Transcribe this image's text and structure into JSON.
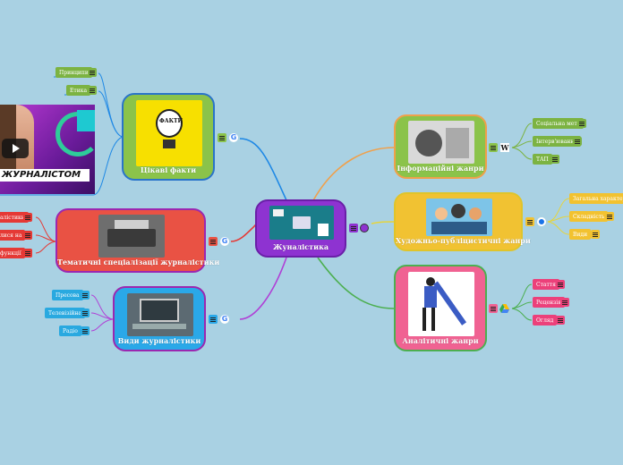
{
  "center": {
    "label": "Жуналістика"
  },
  "nodes": {
    "facts": {
      "label": "Цікаві факти",
      "image_text": "ФАКТИ"
    },
    "specializations": {
      "label": "Тематичні спеціалізації журналістики"
    },
    "types": {
      "label": "Види журналістики"
    },
    "info": {
      "label": "Інформаційні жанри"
    },
    "artistic": {
      "label": "Художньо-публіцистичні жанри"
    },
    "analytic": {
      "label": "Аналітичні жанри"
    }
  },
  "video": {
    "banner": "ЖУРНАЛІСТОМ"
  },
  "leaves": {
    "facts": [
      "Принципи",
      "Етика"
    ],
    "specializations": [
      "алістики",
      "лися на",
      "функції"
    ],
    "types": [
      "Пресова",
      "Телевізійна",
      "Радіо"
    ],
    "info": [
      "Соціальна мета",
      "Інтерв'ювання",
      "ТАП"
    ],
    "artistic": [
      "Загальна характеристи",
      "Складність",
      "Види"
    ],
    "analytic": [
      "Стаття",
      "Рецензія",
      "Огляд"
    ]
  },
  "icons": {
    "google": "G",
    "wikipedia": "W"
  },
  "colors": {
    "background": "#a9d1e3",
    "center": "#8e33d1",
    "facts": "#8bc34a",
    "specializations": "#e95244",
    "types": "#2aa8e8",
    "info": "#8bc34a",
    "artistic": "#f1c232",
    "analytic": "#f06292",
    "leaf_green": "#7cb342",
    "leaf_red": "#e53935",
    "leaf_blue": "#29a9e0",
    "leaf_pink": "#ec407a",
    "leaf_yellow": "#f2c230",
    "link_blue": "#1e88e5",
    "link_orange": "#f0a04b",
    "link_purple": "#b03fd6",
    "link_green": "#4caf50",
    "link_yellow": "#e6d43a"
  }
}
